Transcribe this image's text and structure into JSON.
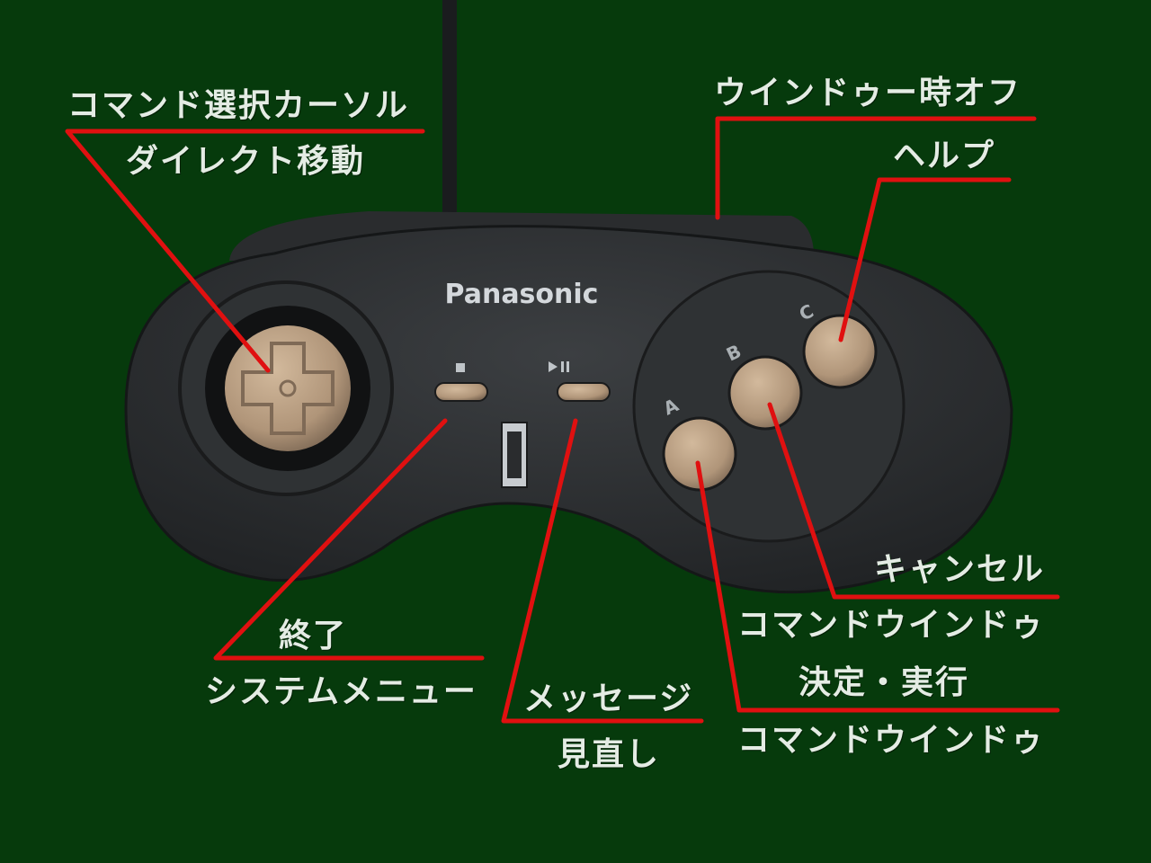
{
  "brand": "Panasonic",
  "annotations": {
    "dpad_line1": "コマンド選択カーソル",
    "dpad_line2": "ダイレクト移動",
    "shoulder_line1": "ウインドゥー時オフ",
    "c_line1": "ヘルプ",
    "b_line1": "キャンセル",
    "b_line2": "コマンドウインドゥ",
    "a_line1": "決定・実行",
    "a_line2": "コマンドウインドゥ",
    "stop_line1": "終了",
    "stop_line2": "システムメニュー",
    "play_line1": "メッセージ",
    "play_line2": "見直し"
  },
  "button_letters": {
    "a": "A",
    "b": "B",
    "c": "C"
  },
  "colors": {
    "background": "#063a0c",
    "leader_line": "#e01010",
    "label_text": "#e4ece4",
    "controller_body": "#2b2e30",
    "button_tan": "#b59a7e"
  }
}
